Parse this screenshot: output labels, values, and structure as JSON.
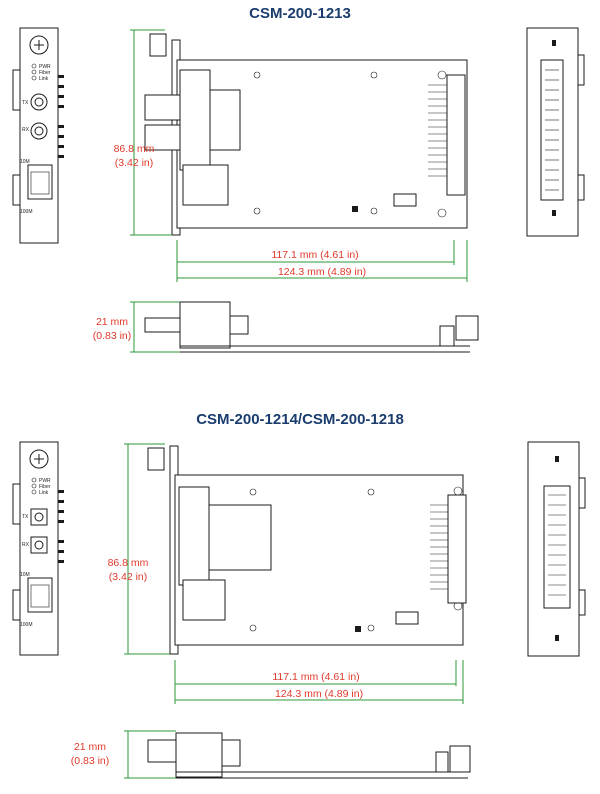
{
  "titles": {
    "top": "CSM-200-1213",
    "bottom": "CSM-200-1214/CSM-200-1218"
  },
  "dimensions": {
    "height_mm": "86.8 mm",
    "height_in": "(3.42 in)",
    "depth1": "117.1 mm (4.61 in)",
    "depth2": "124.3 mm (4.89 in)",
    "thick_mm": "21 mm",
    "thick_in": "(0.83 in)"
  },
  "front_labels": {
    "pwr_top": "PWR",
    "pwr_bottom": "PWR",
    "fiber": "Fiber",
    "link": "Link",
    "tx": "TX",
    "rx": "RX",
    "port10m": "10M",
    "port100m": "100M"
  },
  "colors": {
    "title": "#1a3d6e",
    "dimension_text": "#e0392b",
    "dimension_line": "#2e9a3a"
  }
}
